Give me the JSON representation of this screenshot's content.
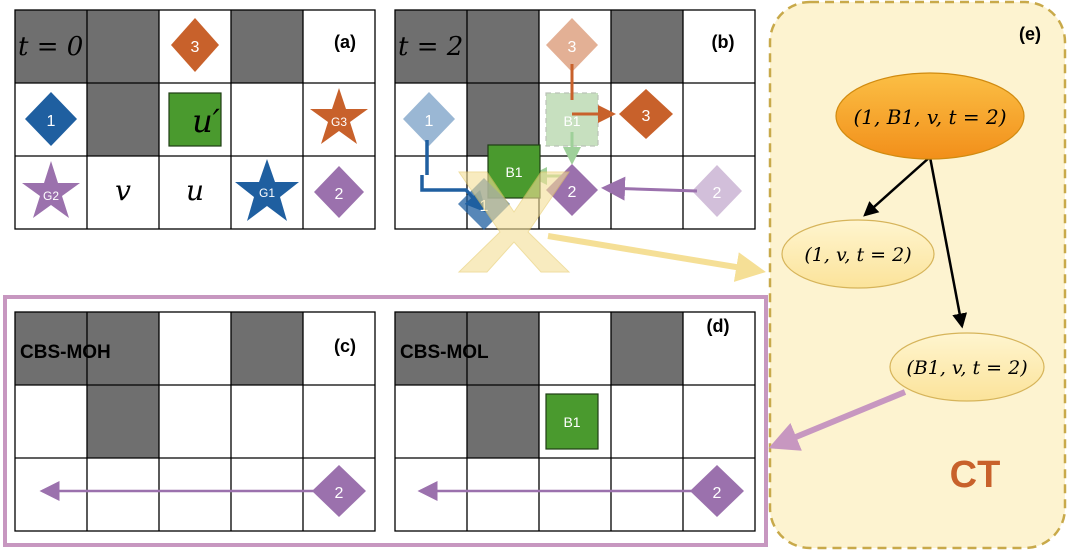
{
  "panels": {
    "a": {
      "label": "(a)",
      "time": "t = 0",
      "cells": {
        "u_prime": "u′",
        "v": "v",
        "u": "u"
      },
      "agents": [
        "1",
        "2",
        "3"
      ],
      "goals": [
        "G1",
        "G2",
        "G3"
      ]
    },
    "b": {
      "label": "(b)",
      "time": "t = 2",
      "agents": [
        "1",
        "2",
        "3"
      ],
      "ghost_agents": [
        "1",
        "2",
        "3"
      ],
      "block_box": "B1",
      "block_ghost": "B1"
    },
    "c": {
      "label": "(c)",
      "title": "CBS-MOH",
      "agent": "2"
    },
    "d": {
      "label": "(d)",
      "title": "CBS-MOL",
      "agent": "2",
      "block_box": "B1"
    },
    "e": {
      "label": "(e)",
      "root_node": "(1, B1, v, t = 2)",
      "left_node": "(1, v, t = 2)",
      "right_node": "(B1, v, t = 2)",
      "tree_label": "CT"
    }
  },
  "colors": {
    "wall": "#6f6f6f",
    "agent1": "#1f5fa0",
    "agent2": "#9b71ad",
    "agent3": "#c8612b",
    "block": "#4a9a2e",
    "ct_fill": "#fdf3d0",
    "ct_border": "#c8a94a",
    "highlight": "#c797c0",
    "root_node": "#f6a623",
    "conflict": "#f5df96"
  }
}
